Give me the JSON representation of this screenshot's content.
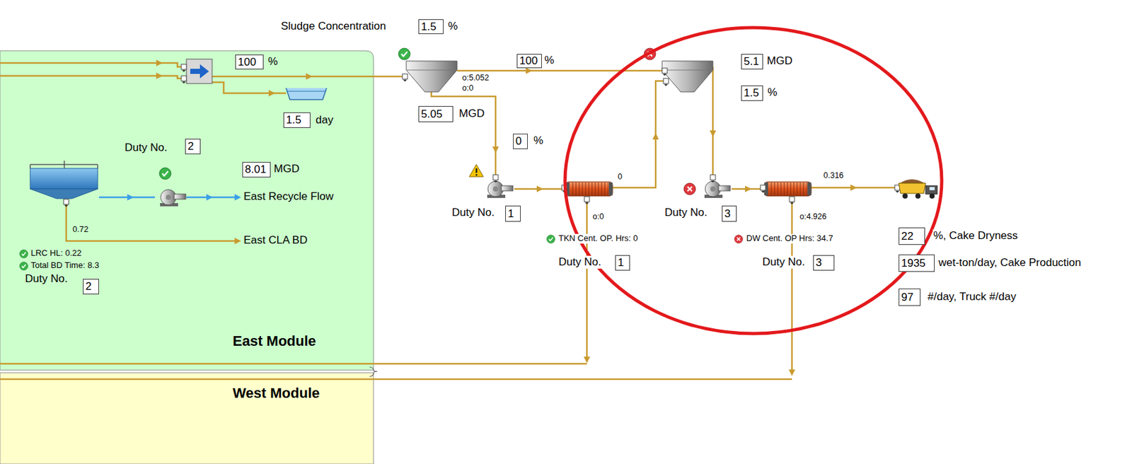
{
  "diagram": {
    "nodes": [
      {
        "text": [
          "East Module"
        ]
      },
      {
        "text": [
          "West Module"
        ]
      },
      {
        "text": [
          "1.5"
        ]
      },
      {
        "text": [
          "100"
        ],
        "in": 0
      },
      {
        "text": [
          "1.5"
        ],
        "in": 0
      },
      {
        "text": [
          "2"
        ],
        "in": 0
      },
      {
        "text": [
          "8.01"
        ],
        "in": 0
      },
      {
        "text": [
          "2"
        ],
        "in": 0
      },
      {
        "text": [
          "5.05"
        ]
      },
      {
        "text": [
          "100"
        ]
      },
      {
        "text": [
          "0"
        ]
      },
      {
        "text": [
          "1"
        ]
      },
      {
        "text": [
          "1"
        ]
      },
      {
        "text": [
          "5.1"
        ]
      },
      {
        "text": [
          "1.5"
        ]
      },
      {
        "text": [
          "3"
        ]
      },
      {
        "text": [
          "3"
        ]
      },
      {
        "text": [
          "22"
        ]
      },
      {
        "text": [
          "1935"
        ]
      },
      {
        "text": [
          "97"
        ]
      }
    ],
    "labels": [
      "Sludge Concentration",
      "%",
      "%",
      "o:5.052",
      "o:0",
      "%",
      "MGD",
      "%",
      "day",
      "MGD",
      "Duty No.",
      "%",
      "MGD",
      "0",
      "0.316",
      "East Recycle Flow",
      "Duty No.",
      "Duty No.",
      "o:0",
      "o:4.926",
      "0.72",
      "TKN Cent. OP. Hrs: 0",
      "DW Cent. OP Hrs: 34.7",
      "%, Cake Dryness",
      "East CLA BD",
      "LRC HL: 0.22",
      "Duty No.",
      "Duty No.",
      "wet-ton/day, Cake Production",
      "Total BD Time: 8.3",
      "Duty No.",
      "#/day, Truck #/day"
    ]
  }
}
